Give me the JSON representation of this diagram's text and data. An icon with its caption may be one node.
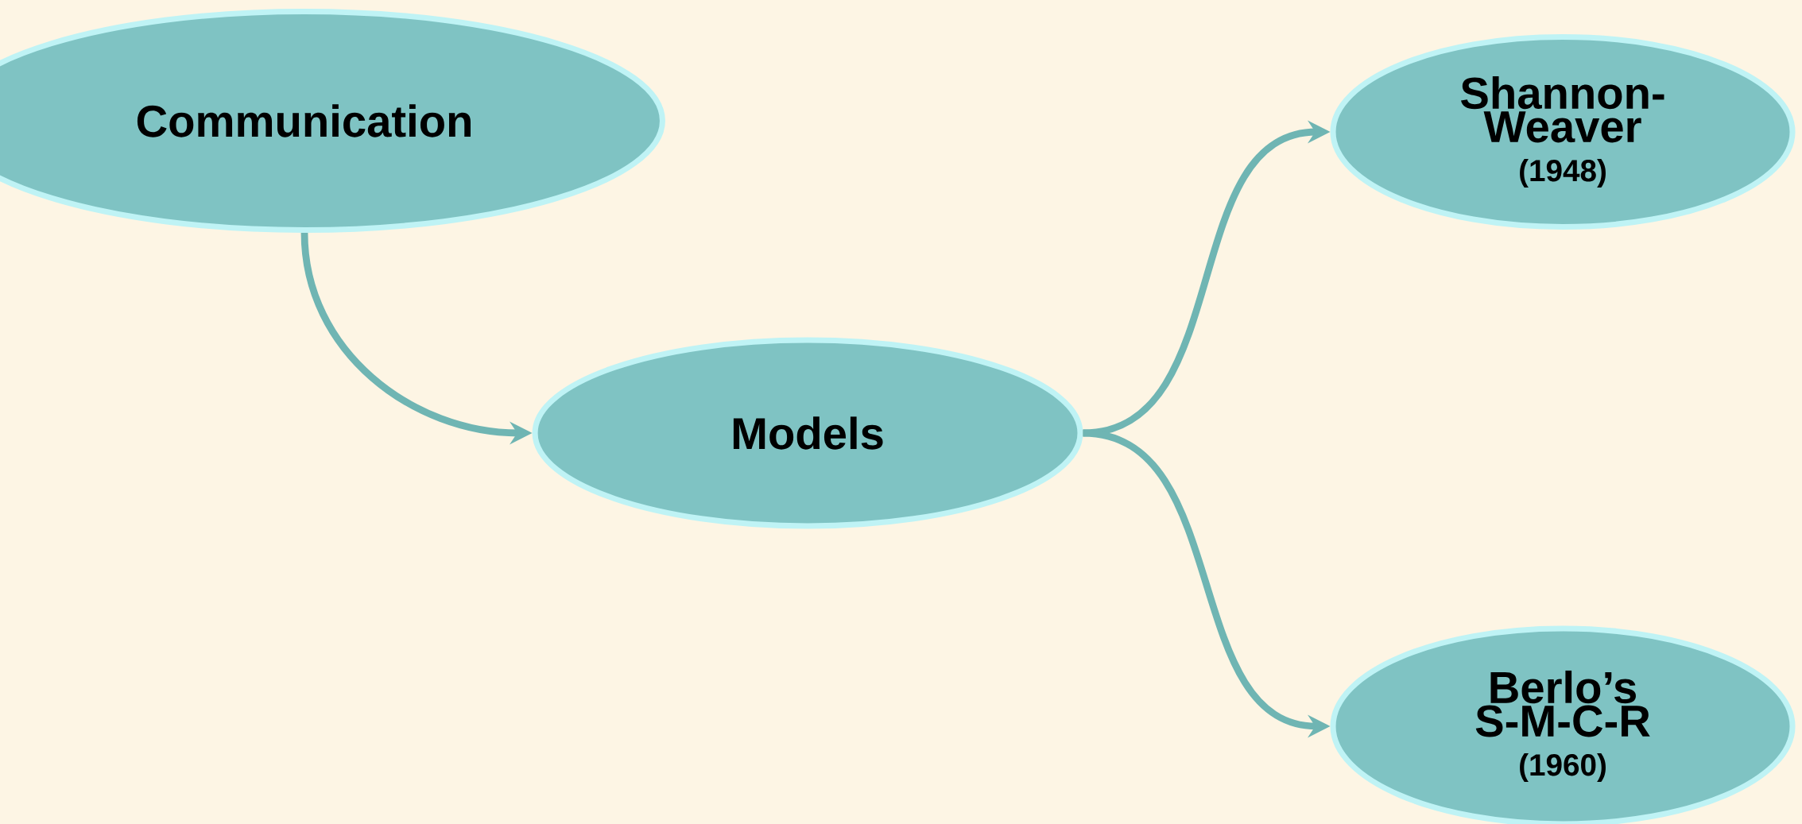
{
  "diagram": {
    "nodes": [
      {
        "text": [
          "Communication"
        ]
      },
      {
        "text": [
          "Models"
        ]
      },
      {
        "text": [
          "Shannon-Weaver",
          "(1948)"
        ]
      },
      {
        "text": [
          "Berlo’s S-M-C-R",
          "(1960)"
        ]
      }
    ],
    "edges": [
      {
        "from": 0,
        "to": 1,
        "arrow": "to"
      },
      {
        "from": 1,
        "to": 2,
        "arrow": "to"
      },
      {
        "from": 1,
        "to": 3,
        "arrow": "to"
      }
    ]
  }
}
